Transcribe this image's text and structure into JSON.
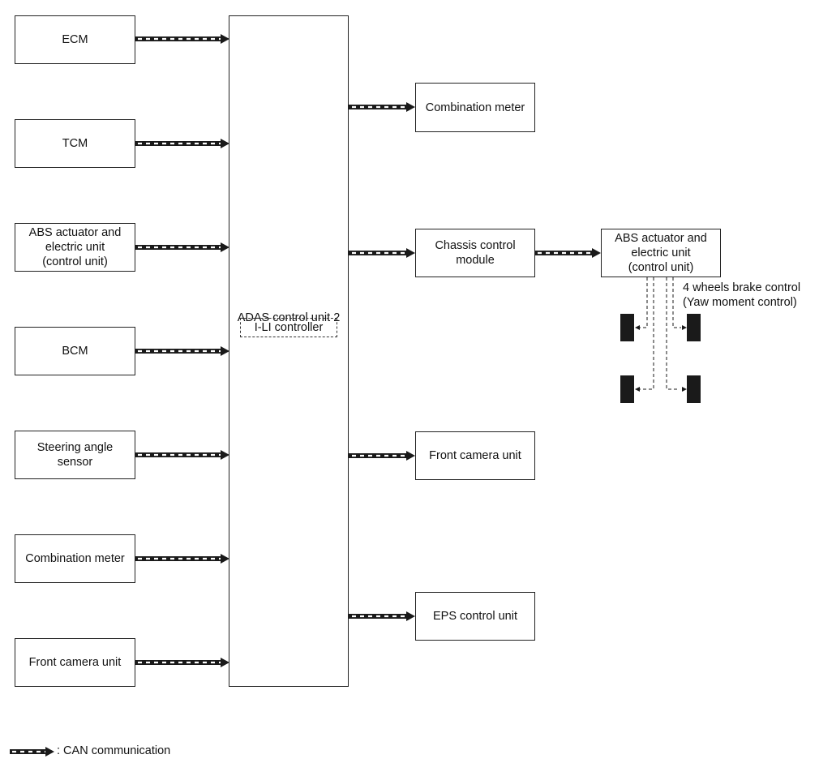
{
  "inputs": [
    {
      "label": "ECM"
    },
    {
      "label": "TCM"
    },
    {
      "label": "ABS actuator and\nelectric unit\n(control unit)"
    },
    {
      "label": "BCM"
    },
    {
      "label": "Steering angle\nsensor"
    },
    {
      "label": "Combination meter"
    },
    {
      "label": "Front camera unit"
    }
  ],
  "central": {
    "title": "ADAS control unit 2",
    "controller": "I-LI controller"
  },
  "outputs": [
    {
      "label": "Combination meter"
    },
    {
      "label": "Chassis control\nmodule"
    },
    {
      "label": "Front camera unit"
    },
    {
      "label": "EPS control unit"
    }
  ],
  "abs_unit": {
    "label": "ABS actuator and\nelectric unit\n(control unit)"
  },
  "brake_note": "4 wheels brake control\n(Yaw moment control)",
  "legend": {
    "label": ": CAN communication"
  },
  "colors": {
    "line": "#1a1a1a",
    "box_border": "#222222",
    "wheel": "#1a1a1a"
  }
}
